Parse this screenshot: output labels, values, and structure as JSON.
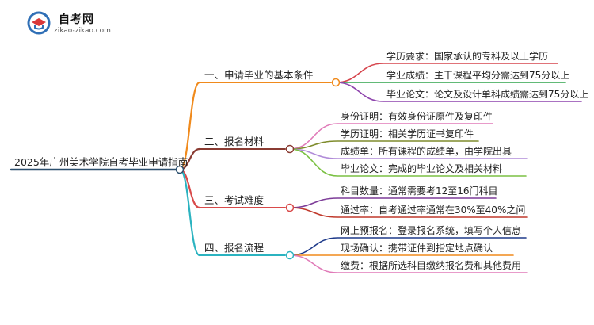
{
  "logo": {
    "brand": "自考网",
    "domain": "zikao-zikao.com",
    "colors": {
      "blue": "#2f6fb6",
      "red": "#d9383a"
    }
  },
  "root": {
    "label": "2025年广州美术学院自考毕业申请指南",
    "color": "#2b4f6e"
  },
  "branches": [
    {
      "label": "一、申请毕业的基本条件",
      "color": "#f08a1c",
      "children": [
        {
          "label": "学历要求：国家承认的专科及以上学历",
          "color": "#d6454d"
        },
        {
          "label": "学业成绩：主干课程平均分需达到75分以上",
          "color": "#2ea34a"
        },
        {
          "label": "毕业论文：论文及设计单科成绩需达到75分以上",
          "color": "#8e44ad"
        }
      ]
    },
    {
      "label": "二、报名材料",
      "color": "#8a3b32",
      "children": [
        {
          "label": "身份证明：有效身份证原件及复印件",
          "color": "#e07ab8"
        },
        {
          "label": "学历证明：相关学历证书复印件",
          "color": "#7f8c2d"
        },
        {
          "label": "成绩单：所有课程的成绩单，由学院出具",
          "color": "#b08bd8"
        },
        {
          "label": "毕业论文：完成的毕业论文及相关材料",
          "color": "#7bc143"
        }
      ]
    },
    {
      "label": "三、考试难度",
      "color": "#d94a4a",
      "children": [
        {
          "label": "科目数量：通常需要考12至16门科目",
          "color": "#7d3c98"
        },
        {
          "label": "通过率：自考通过率通常在30%至40%之间",
          "color": "#c0392b"
        }
      ]
    },
    {
      "label": "四、报名流程",
      "color": "#2bb3c0",
      "children": [
        {
          "label": "网上预报名：登录报名系统，填写个人信息",
          "color": "#1e3a8a"
        },
        {
          "label": "现场确认：携带证件到指定地点确认",
          "color": "#f08a1c"
        },
        {
          "label": "缴费：根据所选科目缴纳报名费和其他费用",
          "color": "#e07ab8"
        }
      ]
    }
  ]
}
